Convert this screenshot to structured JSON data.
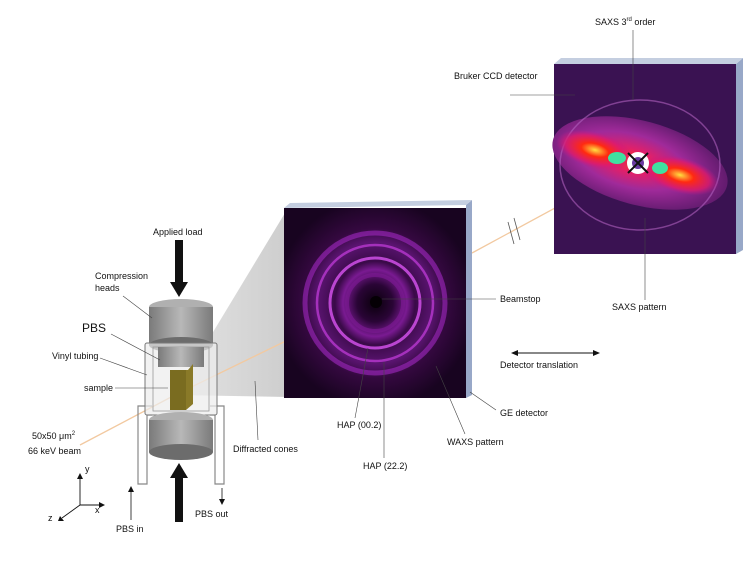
{
  "labels": {
    "saxs_order_prefix": "SAXS 3",
    "saxs_order_sup": "rd",
    "saxs_order_suffix": " order",
    "bruker": "Bruker CCD detector",
    "applied_load": "Applied load",
    "compression_1": "Compression",
    "compression_2": "heads",
    "pbs": "PBS",
    "vinyl": "Vinyl tubing",
    "sample": "sample",
    "beam_size_prefix": "50x50 μm",
    "beam_size_sup": "2",
    "beam_energy": "66 keV beam",
    "diffracted": "Diffracted cones",
    "beamstop": "Beamstop",
    "saxs_pattern": "SAXS pattern",
    "detector_translation": "Detector translation",
    "ge_detector": "GE detector",
    "hap_002": "HAP (00.2)",
    "hap_222": "HAP (22.2)",
    "waxs": "WAXS pattern",
    "pbs_in": "PBS in",
    "pbs_out": "PBS out",
    "axis_y": "y",
    "axis_x": "x",
    "axis_z": "z"
  },
  "colors": {
    "beam": "#f2c9a0",
    "waxs_ring": "#c040d8",
    "detector_edge": "#98a8c8",
    "sample": "#8a7a28",
    "head": "#9a9a9a"
  }
}
